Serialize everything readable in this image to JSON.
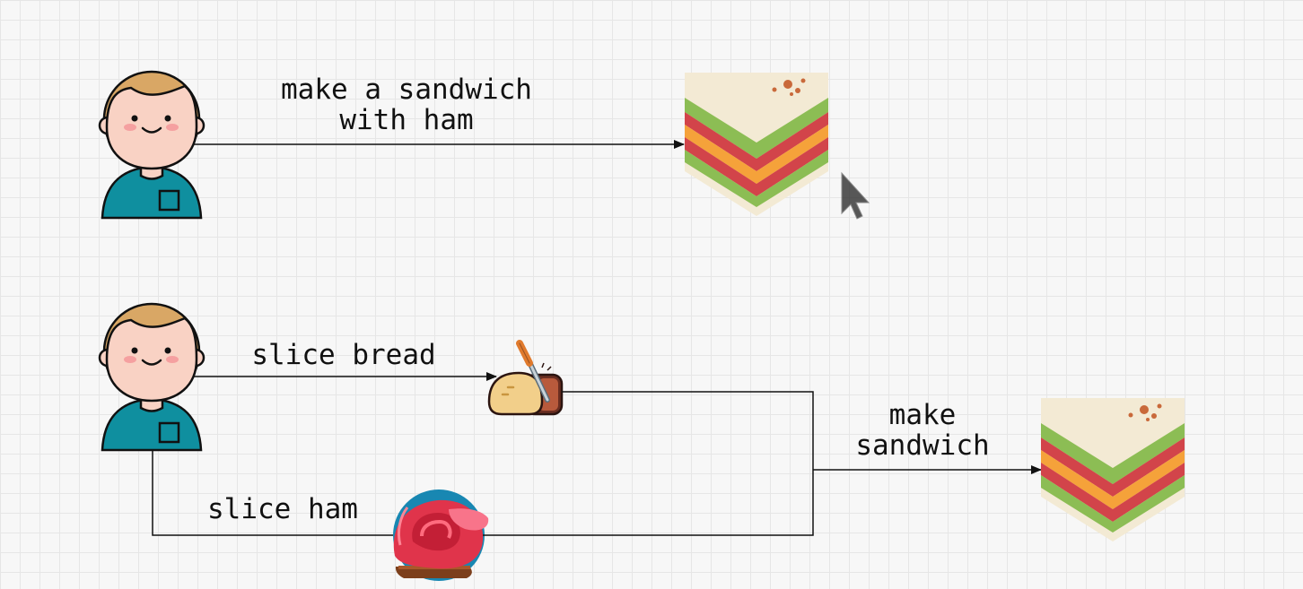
{
  "scene1": {
    "label_line1": "make a sandwich",
    "label_line2": "with ham"
  },
  "scene2": {
    "slice_bread": "slice bread",
    "slice_ham": "slice ham",
    "make_line1": "make",
    "make_line2": "sandwich"
  },
  "icons": {
    "person": "person-icon",
    "sandwich": "sandwich-icon",
    "bread_knife": "bread-knife-icon",
    "ham": "ham-icon",
    "cursor": "mouse-cursor-icon"
  },
  "colors": {
    "skin": "#f9d2c4",
    "hair": "#d9a765",
    "shirt": "#0f8f9f",
    "bread": "#f3ead4",
    "lettuce": "#8cbd54",
    "tomato": "#d2444a",
    "cheese": "#f5a23a",
    "ham": "#e0344b"
  }
}
